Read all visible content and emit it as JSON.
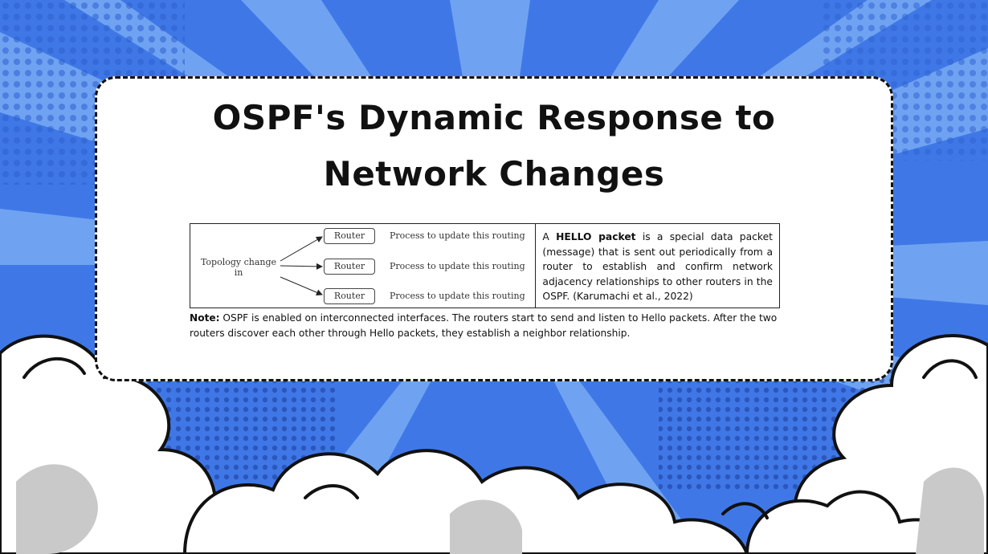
{
  "slide": {
    "title_line1": "OSPF's Dynamic Response to",
    "title_line2": "Network Changes"
  },
  "figure": {
    "topology_label_line1": "Topology change",
    "topology_label_line2": "in",
    "routers": [
      {
        "label": "Router",
        "process": "Process to update this routing"
      },
      {
        "label": "Router",
        "process": "Process to update this routing"
      },
      {
        "label": "Router",
        "process": "Process to update this routing"
      }
    ],
    "hello": {
      "prefix": "A",
      "term": "HELLO packet",
      "text": "is a special data packet (message) that is sent out periodically from a router to establish and confirm network adjacency relationships to other routers in the OSPF. (Karumachi et al., 2022)"
    }
  },
  "note": {
    "label": "Note:",
    "text": "OSPF is enabled on interconnected interfaces. The routers start to send and listen to Hello packets.   After the two routers discover each other through Hello packets, they establish a neighbor relationship."
  },
  "colors": {
    "background": "#3f78e6",
    "ray_light": "#6fa3f2",
    "card": "#ffffff",
    "cloud": "#ffffff",
    "cloud_shade": "#c9c9c9"
  },
  "icons": [
    "comic-burst-background",
    "cloud-decoration"
  ]
}
